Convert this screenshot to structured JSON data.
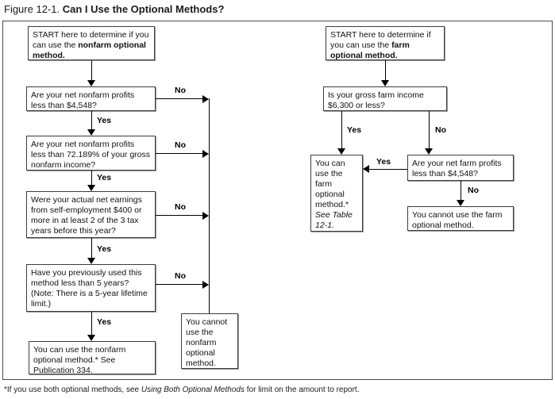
{
  "figure": {
    "label": "Figure 12-1.",
    "title": "Can I Use the Optional Methods?"
  },
  "labels": {
    "yes": "Yes",
    "no": "No"
  },
  "nonfarm": {
    "start_pre": "START here to determine if you can use the ",
    "start_bold": "nonfarm optional method.",
    "q_profits": "Are your net nonfarm profits less than $4,548?",
    "q_percent": "Are your net nonfarm profits less than 72.189% of your gross nonfarm income?",
    "q_earnings": "Were your actual net earnings from self-employment $400 or more in at least 2 of the 3 tax years before this year?",
    "q_years": "Have you previously used this method less than 5 years? (Note: There is a 5-year lifetime limit.)",
    "result_can": "You can use the nonfarm optional method.* See Publication 334.",
    "result_cannot": "You cannot use the nonfarm optional method."
  },
  "farm": {
    "start_pre": "START here to determine if you can use the ",
    "start_bold": "farm optional method.",
    "q_income": "Is your gross farm income $6,300 or less?",
    "q_profits": "Are your net farm profits less than $4,548?",
    "result_can_pre": "You can use the farm optional method.* ",
    "result_can_italic": "See Table 12-1.",
    "result_cannot": "You cannot use the farm optional method."
  },
  "footnote": {
    "pre": "*If you use both optional methods, see ",
    "italic": "Using Both Optional Methods",
    "post": " for limit on the amount to report."
  }
}
